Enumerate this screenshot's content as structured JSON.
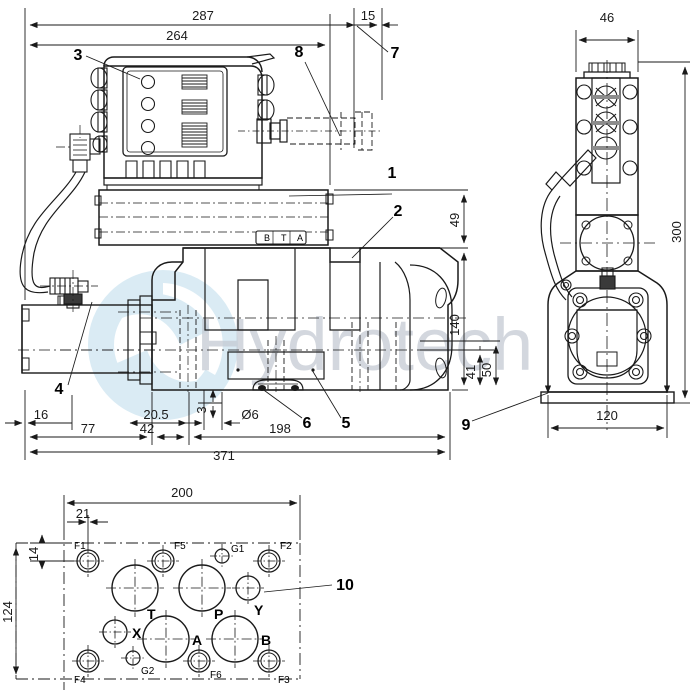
{
  "drawing": {
    "title": "Hydraulic proportional valve dimensional drawing",
    "watermark": {
      "text": "Hydrotech",
      "text_color": "#c3c9d2",
      "logo_color": "#bcdcec"
    }
  },
  "views": {
    "front": {
      "name": "front-elevation"
    },
    "side": {
      "name": "side-elevation"
    },
    "bottom": {
      "name": "mounting-face-plan"
    }
  },
  "dimensions": {
    "front": [
      {
        "id": "d287",
        "value": "287",
        "orient": "h"
      },
      {
        "id": "d264",
        "value": "264",
        "orient": "h"
      },
      {
        "id": "d15",
        "value": "15",
        "orient": "h"
      },
      {
        "id": "d16",
        "value": "16",
        "orient": "h"
      },
      {
        "id": "d20_5",
        "value": "20.5",
        "orient": "h"
      },
      {
        "id": "d6",
        "value": "Ø6",
        "orient": "h"
      },
      {
        "id": "d77",
        "value": "77",
        "orient": "h"
      },
      {
        "id": "d42",
        "value": "42",
        "orient": "h"
      },
      {
        "id": "d198",
        "value": "198",
        "orient": "h"
      },
      {
        "id": "d371",
        "value": "371",
        "orient": "h"
      },
      {
        "id": "d3",
        "value": "3",
        "orient": "v"
      },
      {
        "id": "d49",
        "value": "49",
        "orient": "v"
      },
      {
        "id": "d140",
        "value": "140",
        "orient": "v"
      },
      {
        "id": "d41",
        "value": "41",
        "orient": "v"
      },
      {
        "id": "d50",
        "value": "50",
        "orient": "v"
      }
    ],
    "side": [
      {
        "id": "d46",
        "value": "46",
        "orient": "h"
      },
      {
        "id": "d120",
        "value": "120",
        "orient": "h"
      },
      {
        "id": "d300",
        "value": "300",
        "orient": "v"
      }
    ],
    "bottom": [
      {
        "id": "d200",
        "value": "200",
        "orient": "h"
      },
      {
        "id": "d21",
        "value": "21",
        "orient": "h"
      },
      {
        "id": "d14",
        "value": "14",
        "orient": "v"
      },
      {
        "id": "d124",
        "value": "124",
        "orient": "v"
      }
    ]
  },
  "balloons": [
    {
      "id": "1",
      "label": "1"
    },
    {
      "id": "2",
      "label": "2"
    },
    {
      "id": "3",
      "label": "3"
    },
    {
      "id": "4",
      "label": "4"
    },
    {
      "id": "5",
      "label": "5"
    },
    {
      "id": "6",
      "label": "6"
    },
    {
      "id": "7",
      "label": "7"
    },
    {
      "id": "8",
      "label": "8"
    },
    {
      "id": "9",
      "label": "9"
    },
    {
      "id": "10",
      "label": "10"
    }
  ],
  "nameplate": {
    "b": "B",
    "t": "T",
    "a": "A"
  },
  "ports": {
    "large": [
      {
        "id": "T",
        "label": "T"
      },
      {
        "id": "P",
        "label": "P"
      },
      {
        "id": "A",
        "label": "A"
      },
      {
        "id": "B",
        "label": "B"
      }
    ],
    "medium": [
      {
        "id": "Y",
        "label": "Y"
      },
      {
        "id": "X",
        "label": "X"
      }
    ],
    "bolt_holes": [
      {
        "id": "F1",
        "label": "F1"
      },
      {
        "id": "F5",
        "label": "F5"
      },
      {
        "id": "F2",
        "label": "F2"
      },
      {
        "id": "F4",
        "label": "F4"
      },
      {
        "id": "F6",
        "label": "F6"
      },
      {
        "id": "F3",
        "label": "F3"
      }
    ],
    "small": [
      {
        "id": "G1",
        "label": "G1"
      },
      {
        "id": "G2",
        "label": "G2"
      }
    ]
  }
}
